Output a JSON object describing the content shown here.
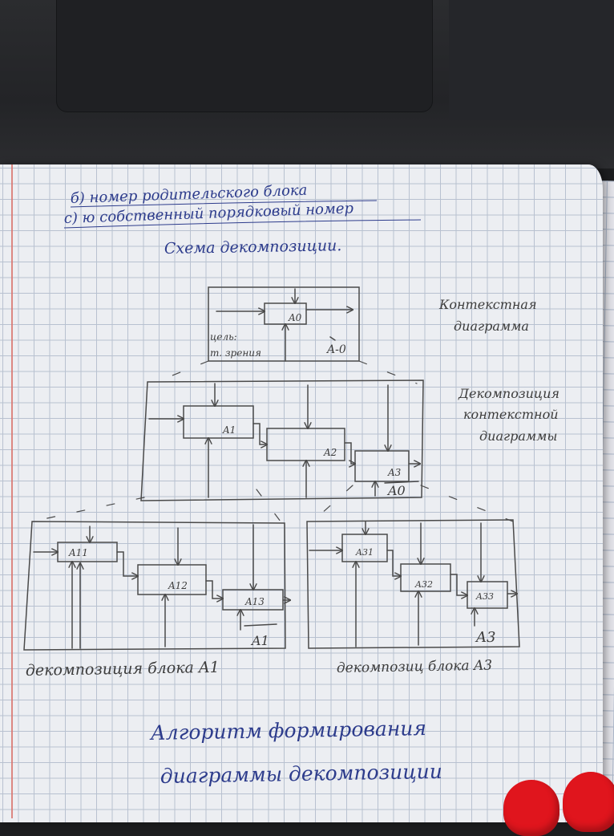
{
  "notes": {
    "line_b": "б) номер родительского блока",
    "line_c": "с) ю собственный порядковый номер"
  },
  "heading": "Схема декомпозиции.",
  "context": {
    "block_label": "A0",
    "goals_line1": "цель:",
    "goals_line2": "т. зрения",
    "node_label": "A-0",
    "side_label_line1": "Контекстная",
    "side_label_line2": "диаграмма"
  },
  "decomposition": {
    "blocks": [
      "A1",
      "A2",
      "A3"
    ],
    "node_label": "A0",
    "side_label_line1": "Декомпозиция",
    "side_label_line2": "контекстной",
    "side_label_line3": "диаграммы"
  },
  "a1_decomposition": {
    "blocks": [
      "A11",
      "A12",
      "A13"
    ],
    "node_label": "A1",
    "caption": "декомпозиция блока A1"
  },
  "a3_decomposition": {
    "blocks": [
      "A31",
      "A32",
      "A33"
    ],
    "node_label": "A3",
    "caption": "декомпозиц блока A3"
  },
  "footer": {
    "line1": "Алгоритм формирования",
    "line2": "диаграммы декомпозиции"
  },
  "colors": {
    "ink_blue": "#2d3c8c",
    "pencil": "#4a4a4a",
    "grid": "#b8c1d0",
    "paper": "#eceef2",
    "margin": "#d9746f",
    "nail": "#e0151d"
  }
}
